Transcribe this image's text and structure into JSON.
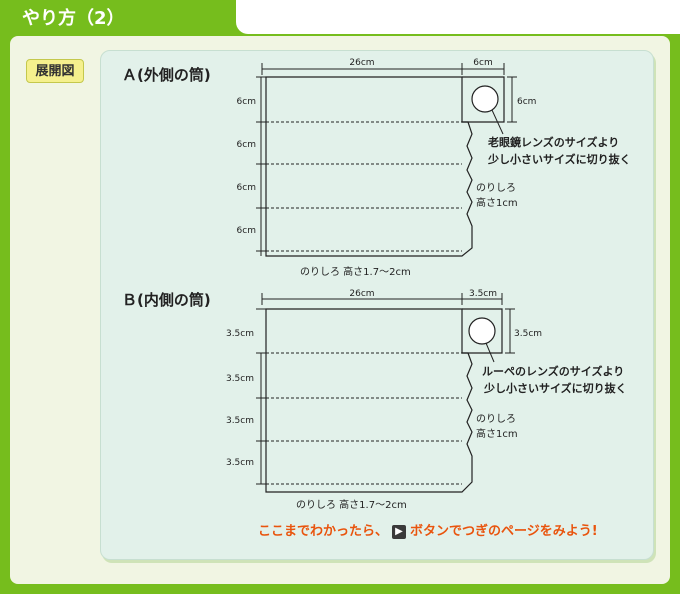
{
  "page_title": "やり方（2）",
  "badge_label": "展開図",
  "sections": [
    {
      "title": "Ａ(外側の筒)",
      "width_label": "26cm",
      "tab_width_label": "6cm",
      "tab_height_label": "6cm",
      "row_labels": [
        "6cm",
        "6cm",
        "6cm",
        "6cm"
      ],
      "cut_note": [
        "老眼鏡レンズのサイズより",
        "少し小さいサイズに切り抜く"
      ],
      "glue_side": [
        "のりしろ",
        "高さ1cm"
      ],
      "glue_bottom": "のりしろ  高さ1.7〜2cm"
    },
    {
      "title": "Ｂ(内側の筒)",
      "width_label": "26cm",
      "tab_width_label": "3.5cm",
      "tab_height_label": "3.5cm",
      "row_labels": [
        "3.5cm",
        "3.5cm",
        "3.5cm",
        "3.5cm"
      ],
      "cut_note": [
        "ルーペのレンズのサイズより",
        "少し小さいサイズに切り抜く"
      ],
      "glue_side": [
        "のりしろ",
        "高さ1cm"
      ],
      "glue_bottom": "のりしろ  高さ1.7〜2cm"
    }
  ],
  "footer": {
    "before": "ここまでわかったら、",
    "button_icon": "chevron-right-icon",
    "after": "ボタンでつぎのページをみよう!"
  },
  "colors": {
    "frame_green": "#76bd1d",
    "panel_bg": "#e2f1ea",
    "badge_yellow": "#f5f08d",
    "footer_orange": "#e9540d"
  }
}
